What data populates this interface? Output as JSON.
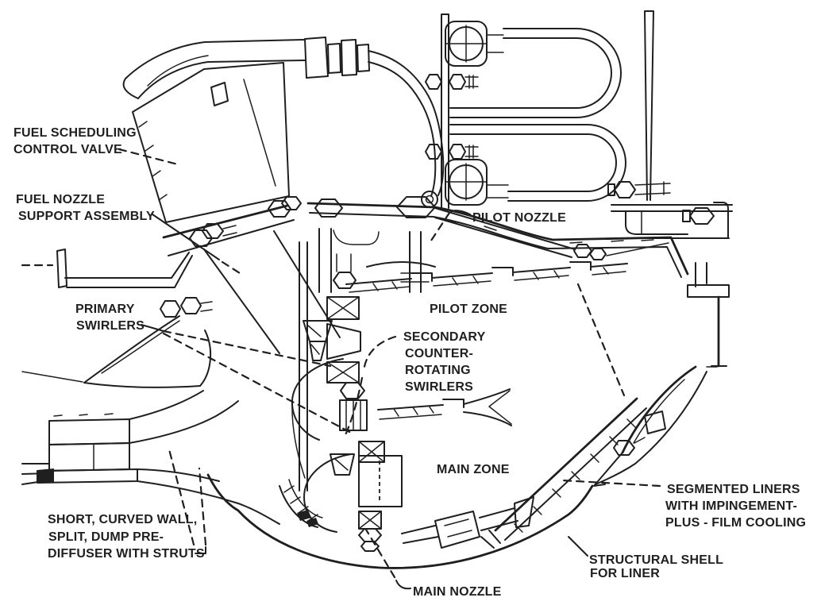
{
  "figure": {
    "description": "Cutaway cross-section engineering diagram of a gas-turbine combustor with fuel system callouts",
    "labels": {
      "fuel_scheduling_control_valve": {
        "lines": [
          "FUEL SCHEDULING",
          "CONTROL VALVE"
        ]
      },
      "fuel_nozzle_support_assembly": {
        "lines": [
          "FUEL NOZZLE",
          "SUPPORT ASSEMBLY"
        ]
      },
      "primary_swirlers": {
        "lines": [
          "PRIMARY",
          "SWIRLERS"
        ]
      },
      "pilot_nozzle": {
        "lines": [
          "PILOT NOZZLE"
        ]
      },
      "pilot_zone": {
        "lines": [
          "PILOT ZONE"
        ]
      },
      "secondary_swirlers": {
        "lines": [
          "SECONDARY",
          "COUNTER-",
          "ROTATING",
          "SWIRLERS"
        ]
      },
      "main_zone": {
        "lines": [
          "MAIN ZONE"
        ]
      },
      "segmented_liners": {
        "lines": [
          "SEGMENTED LINERS",
          "WITH IMPINGEMENT-",
          "PLUS - FILM COOLING"
        ]
      },
      "structural_shell": {
        "lines": [
          "STRUCTURAL SHELL",
          "FOR LINER"
        ]
      },
      "pre_diffuser": {
        "lines": [
          "SHORT, CURVED WALL,",
          "SPLIT, DUMP PRE-",
          "DIFFUSER WITH STRUTS"
        ]
      },
      "main_nozzle": {
        "lines": [
          "MAIN NOZZLE"
        ]
      }
    },
    "colors": {
      "ink": "#1f1f1f",
      "background": "#ffffff"
    }
  }
}
